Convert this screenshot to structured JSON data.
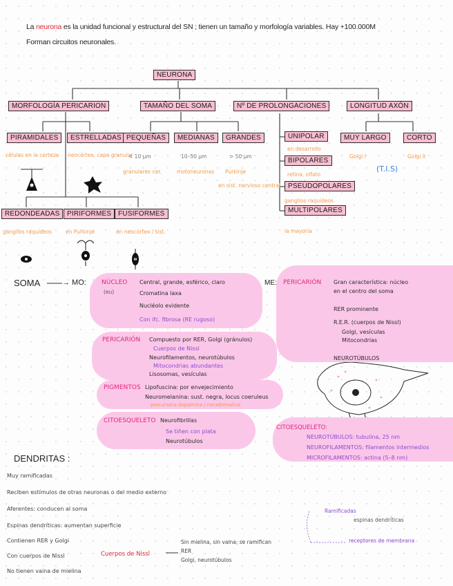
{
  "intro": {
    "line1_a": "La ",
    "line1_word": "neurona",
    "line1_b": " es la unidad funcional y estructural del SN ; tienen un tamaño y morfología variables. Hay +100.000M",
    "line2": "Forman circuitos neuronales."
  },
  "map": {
    "root": "NEURONA",
    "categories": [
      "MORFOLOGÍA PERICARION",
      "TAMAÑO DEL SOMA",
      "Nº DE PROLONGACIONES",
      "LONGITUD AXÓN"
    ],
    "morfologia": {
      "types": [
        "PIRAMIDALES",
        "ESTRELLADAS",
        "REDONDEADAS",
        "PIRIFORMES",
        "FUSIFORMES"
      ],
      "notes": [
        "células en la corteza",
        "neocórtex, capa granular",
        "ganglios raquídeos",
        "en Purkinje",
        "en neocórtex / sist."
      ]
    },
    "tamano": {
      "types": [
        "PEQUEÑAS",
        "MEDIANAS",
        "GRANDES"
      ],
      "notes": [
        "< 10 µm",
        "10–50 µm",
        "> 50 µm",
        "granulares cer.",
        "motoneuronas",
        "Purkinje"
      ]
    },
    "prolongaciones": {
      "types": [
        "UNIPOLAR",
        "BIPOLARES",
        "PSEUDOPOLARES",
        "MULTIPOLARES"
      ],
      "notes": [
        "en desarrollo",
        "retina, olfato",
        "ganglios raquídeos",
        "en sist. nervioso central",
        "la mayoría"
      ]
    },
    "axon": {
      "types": [
        "MUY LARGO",
        "CORTO"
      ],
      "notes": [
        "Golgi I",
        "Golgi II"
      ],
      "tag": "(T.I.S)"
    }
  },
  "soma": {
    "label": "SOMA",
    "arrow": "→ MO:",
    "he": "ME:",
    "nucleo": {
      "title": "NÚCLEO",
      "sub": "(eu)",
      "items": [
        "Central, grande, esférico, claro",
        "Cromatina laxa",
        "Nucléolo evidente",
        "Con ifc. fibrosa (RE rugoso)"
      ]
    },
    "pericarion": {
      "title": "PERICARIÓN",
      "items": [
        "Compuesto por RER, Golgi (gránulos)",
        "Cuerpos de Nissl",
        "Neurofilamentos, neurotúbulos",
        "Mitocondrias abundantes",
        "Lisosomas, vesículas"
      ]
    },
    "pigmentos": {
      "title": "PIGMENTOS",
      "items": [
        "Lipofuscina: por envejecimiento",
        "Neuromelanina: sust. negra, locus coeruleus",
        "precursora dopamina / noradrenalina"
      ]
    },
    "citoesqueleto": {
      "title": "CITOESQUELETO",
      "items": [
        "Neurofibrillas",
        "Se tiñen con plata",
        "Neurotúbulos"
      ]
    },
    "me_pericarion": {
      "title": "PERICARIÓN",
      "items": [
        "Gran característica: núcleo",
        "en el centro del soma",
        "RER prominente",
        "R.E.R. (cuerpos de Nissl)",
        "Golgi, vesículas",
        "Mitocondrias",
        "NEUROTÚBULOS"
      ]
    },
    "me_citoesqueleto": {
      "title": "CITOESQUELETO:",
      "items": [
        "NEUROTÚBULOS: tubulina, 25 nm",
        "NEUROFILAMENTOS: filamentos intermedios",
        "MICROFILAMENTOS: actina (5–8 nm)"
      ]
    }
  },
  "dendritas": {
    "title": "DENDRITAS :",
    "items": [
      "Muy ramificadas",
      "Reciben estímulos de otras neuronas o del medio externo",
      "Aferentes: conducen al soma",
      "Espinas dendríticas: aumentan superficie",
      "Contienen RER y Golgi",
      "Con cuerpos de Nissl",
      "No tienen vaina de mielina"
    ],
    "nissl": "Cuerpos de Nissl",
    "side": [
      "Sin mielina, sin vaina; se ramifican",
      "RER",
      "Golgi, neurotúbulos"
    ],
    "right": [
      "Ramificadas",
      "espinas dendríticas",
      "receptores de membrana"
    ]
  }
}
